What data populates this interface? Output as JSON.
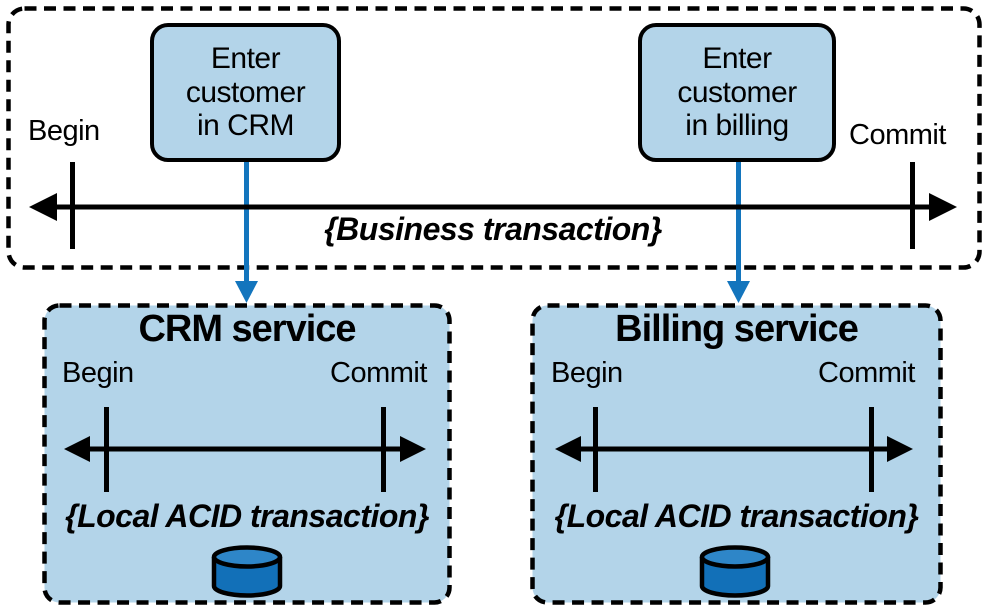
{
  "diagram": {
    "business": {
      "begin": "Begin",
      "commit": "Commit",
      "annotation": "{Business transaction}",
      "steps": [
        "Enter\ncustomer\nin CRM",
        "Enter\ncustomer\nin billing"
      ]
    },
    "services": [
      {
        "title": "CRM service",
        "begin": "Begin",
        "commit": "Commit",
        "annotation": "{Local ACID transaction}"
      },
      {
        "title": "Billing service",
        "begin": "Begin",
        "commit": "Commit",
        "annotation": "{Local ACID transaction}"
      }
    ],
    "colors": {
      "accent": "#1375bd",
      "service_fill": "#b3d4e9",
      "step_fill": "#b3d4e9",
      "db_body": "#1270b8",
      "db_top": "#2e86c8",
      "line": "#000000"
    }
  }
}
